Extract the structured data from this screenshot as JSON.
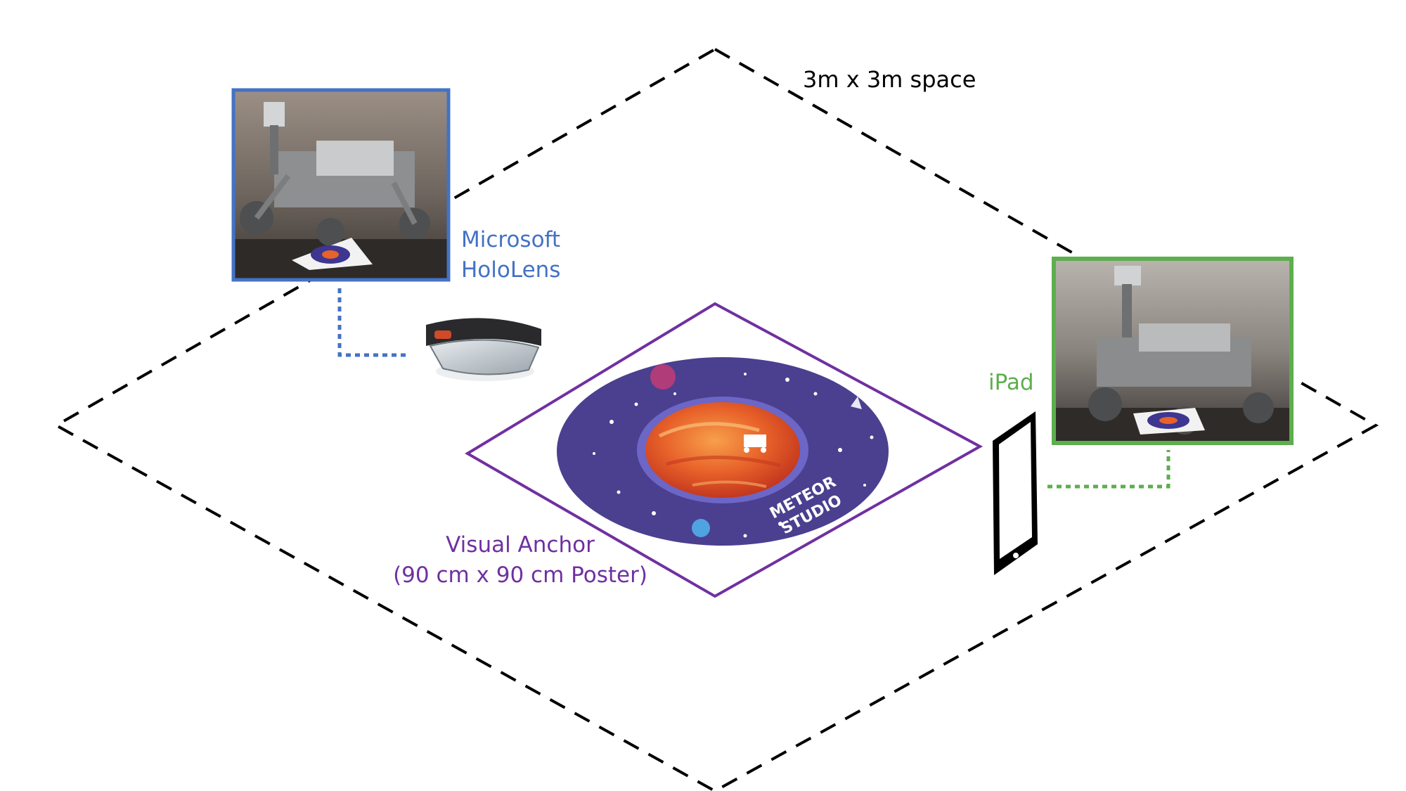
{
  "space": {
    "label": "3m x 3m space"
  },
  "hololens": {
    "label_line1": "Microsoft",
    "label_line2": "HoloLens"
  },
  "ipad": {
    "label": "iPad"
  },
  "anchor": {
    "label_line1": "Visual Anchor",
    "label_line2": "(90 cm x 90 cm Poster)",
    "poster_brand_line1": "METEOR",
    "poster_brand_line2": "STUDIO"
  },
  "colors": {
    "space_outline": "#000000",
    "hololens_blue": "#4472C4",
    "ipad_green": "#5DAE4D",
    "anchor_purple": "#7030A0",
    "poster_bg": "#4B3F8F",
    "mars_orange": "#E8622A"
  }
}
